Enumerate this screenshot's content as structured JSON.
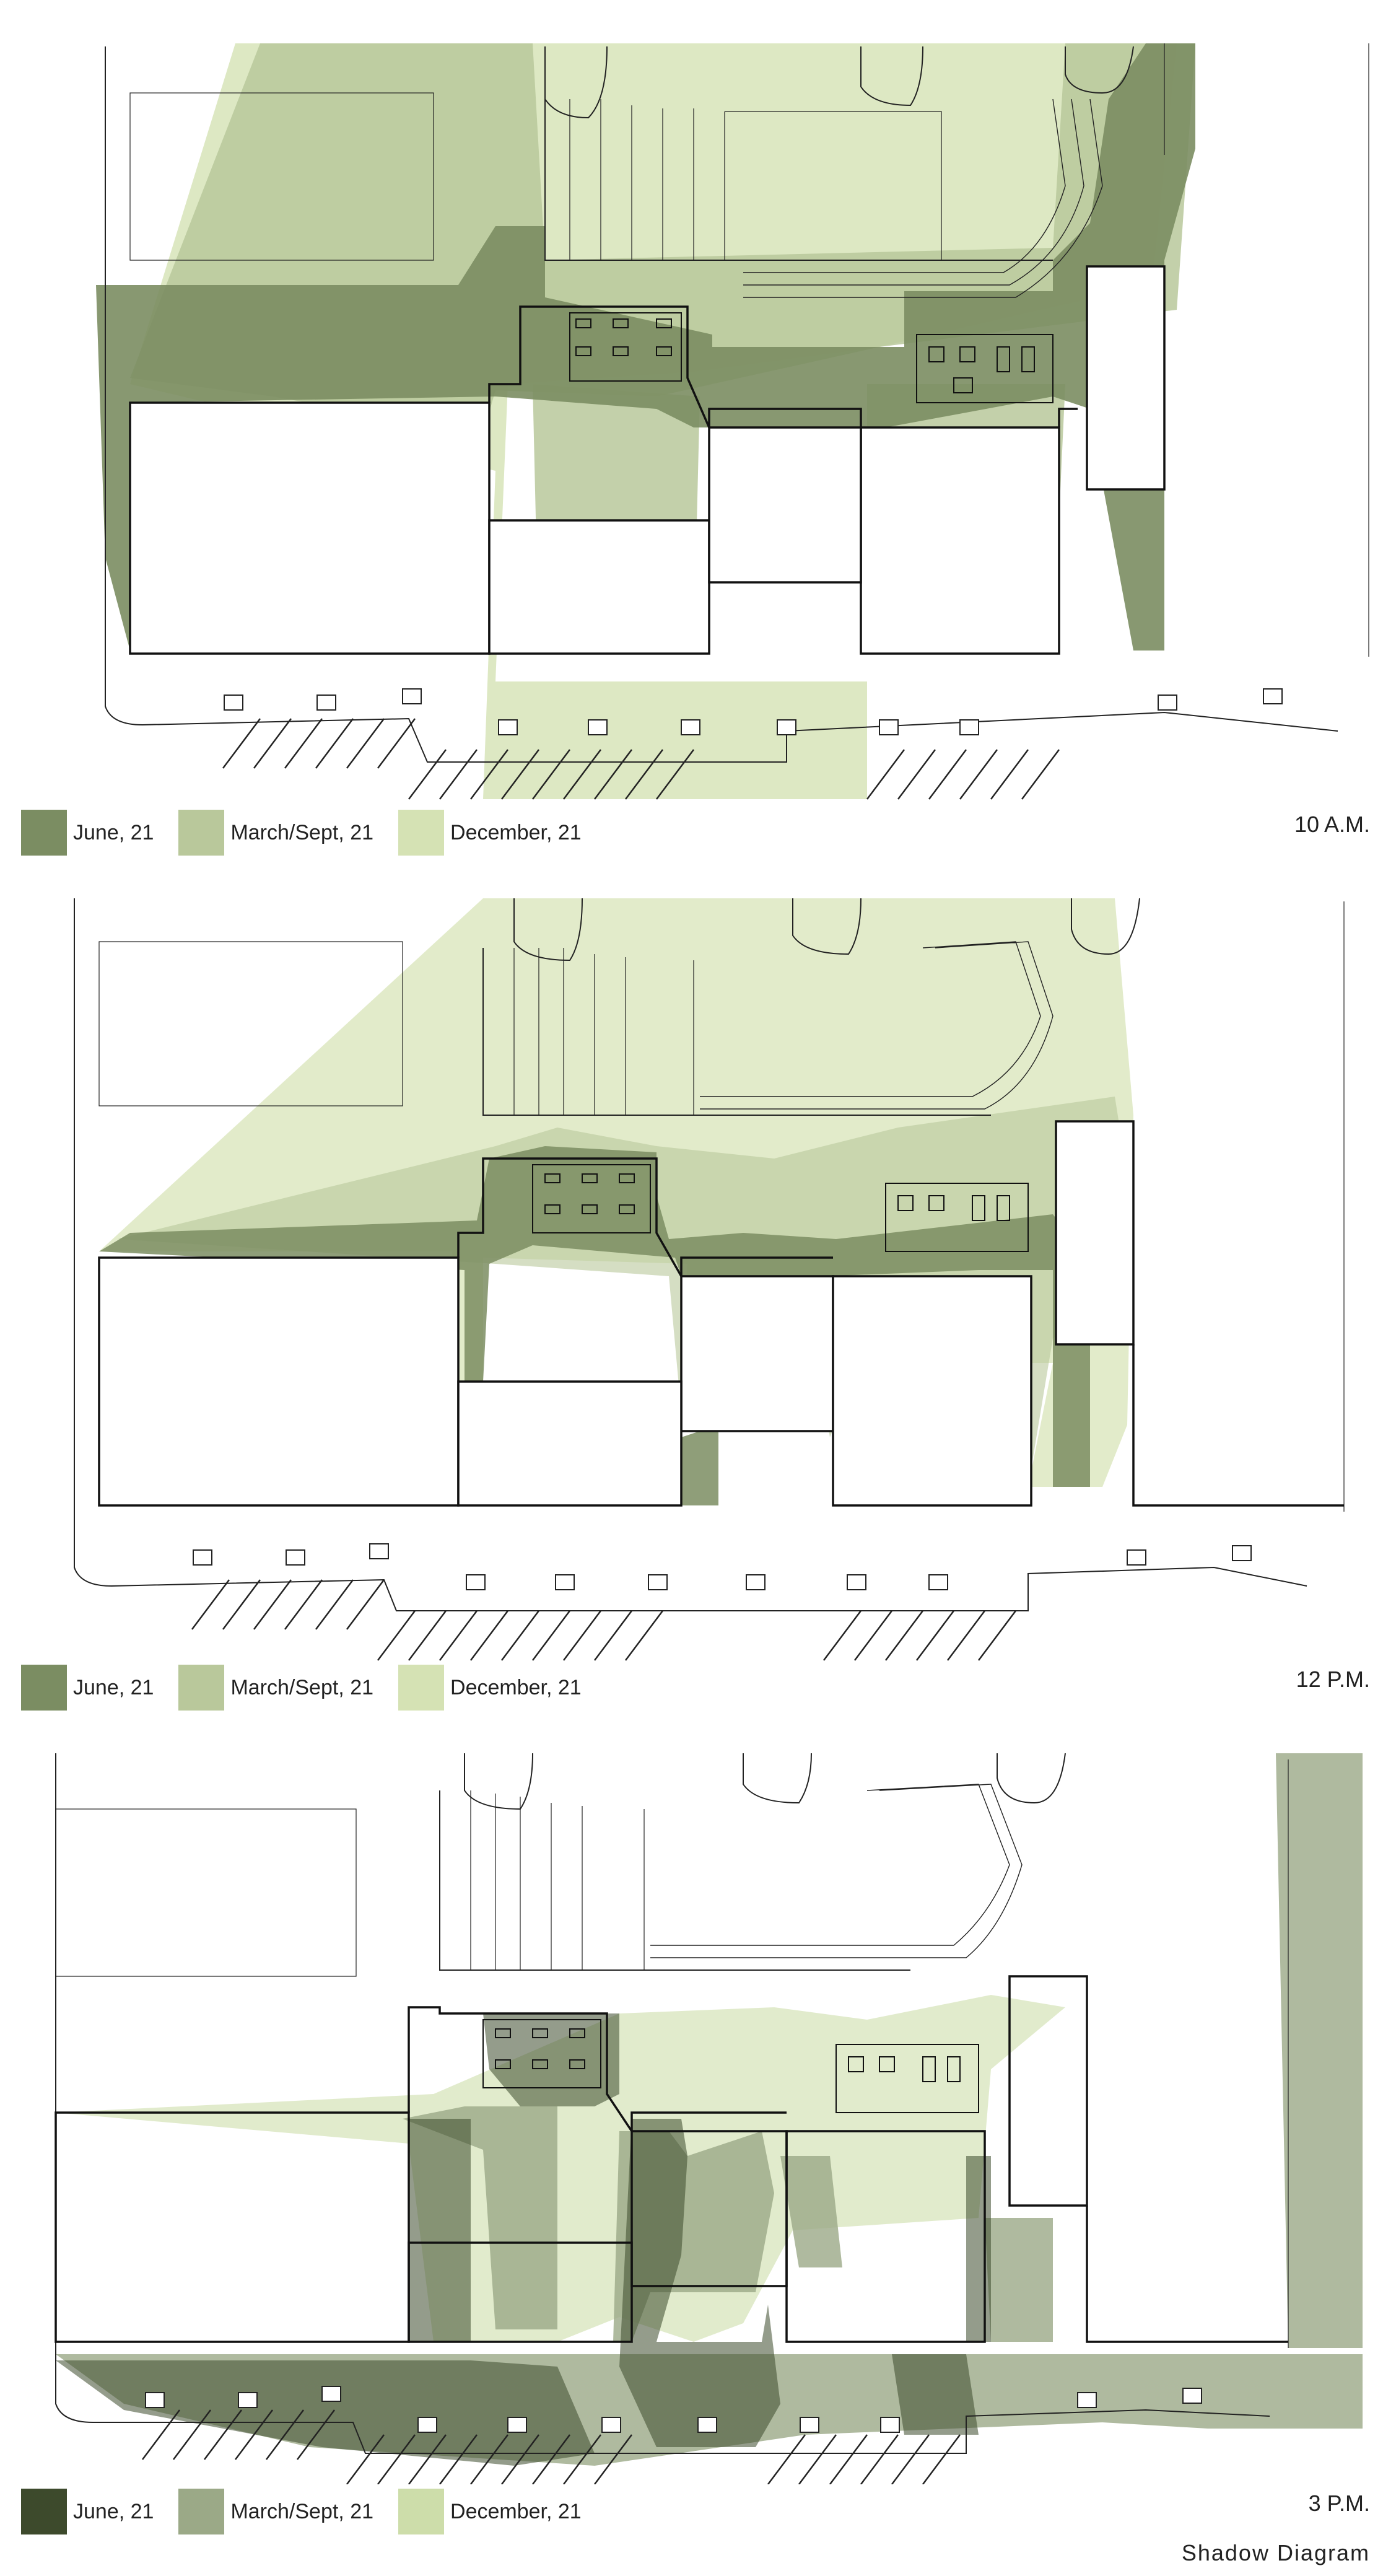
{
  "title": "Shadow Diagram",
  "panels": [
    {
      "time": "10 A.M.",
      "legend": [
        {
          "label": "June, 21",
          "color": "#7b8d62"
        },
        {
          "label": "March/Sept, 21",
          "color": "#b9c89b"
        },
        {
          "label": "December, 21",
          "color": "#d5e2b4"
        }
      ]
    },
    {
      "time": "12 P.M.",
      "legend": [
        {
          "label": "June, 21",
          "color": "#7b8d62"
        },
        {
          "label": "March/Sept, 21",
          "color": "#b9c89b"
        },
        {
          "label": "December, 21",
          "color": "#d5e2b4"
        }
      ]
    },
    {
      "time": "3 P.M.",
      "legend": [
        {
          "label": "June, 21",
          "color": "#3d4a2c"
        },
        {
          "label": "March/Sept, 21",
          "color": "#9ba987"
        },
        {
          "label": "December, 21",
          "color": "#cdddaa"
        }
      ]
    }
  ]
}
